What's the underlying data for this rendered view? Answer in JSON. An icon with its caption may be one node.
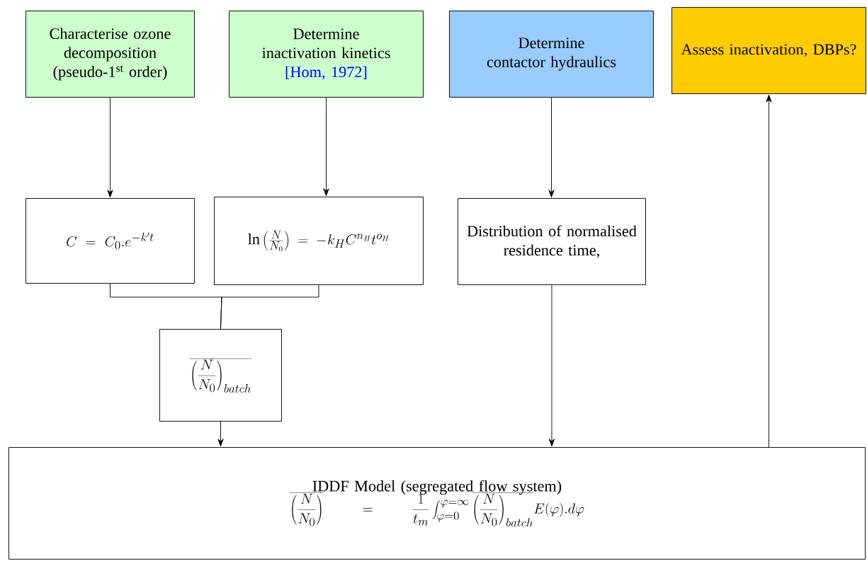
{
  "diagram": {
    "nodes": [
      {
        "text": [
          "Characterise ozone decomposition (pseudo-1$^{st}$ order)"
        ]
      },
      {
        "text": [
          "Determine inactivation kinetics",
          "[Hom, 1972]"
        ]
      },
      {
        "text": [
          "Determine contactor hydraulics"
        ]
      },
      {
        "text": [
          "Assess inactivation, DBPs?"
        ]
      },
      {
        "text": [
          "C = C_0 . e^{-k't}"
        ]
      },
      {
        "text": [
          "\\ln\\left(\\frac{N}{N_0}\\right) = -k_H C^{n_H} t^{o_H}"
        ]
      },
      {
        "text": [
          "Distribution of normalised residence time,"
        ]
      },
      {
        "text": [
          "\\overline{\\left(\\frac{N}{N_0}\\right)_{batch}}"
        ]
      },
      {
        "text": [
          "IDDF Model (segregated flow system)",
          "\\overline{\\left(\\frac{N}{N_0}\\right)} = \\frac{1}{t_m}\\int_{\\varphi=0}^{\\varphi=\\infty}\\overline{\\left(\\frac{N}{N_0}\\right)_{batch}} E(\\varphi).d\\varphi"
        ]
      }
    ],
    "edges": [
      {
        "from": 0,
        "to": 4,
        "arrow": "to"
      },
      {
        "from": 1,
        "to": 5,
        "arrow": "to"
      },
      {
        "from": 2,
        "to": 6,
        "arrow": "to"
      },
      {
        "from": 4,
        "to": 7,
        "arrow": "none"
      },
      {
        "from": 5,
        "to": 7,
        "arrow": "none"
      },
      {
        "from": 7,
        "to": 8,
        "arrow": "to"
      },
      {
        "from": 6,
        "to": 8,
        "arrow": "to"
      },
      {
        "from": 8,
        "to": 3,
        "arrow": "to"
      }
    ]
  }
}
